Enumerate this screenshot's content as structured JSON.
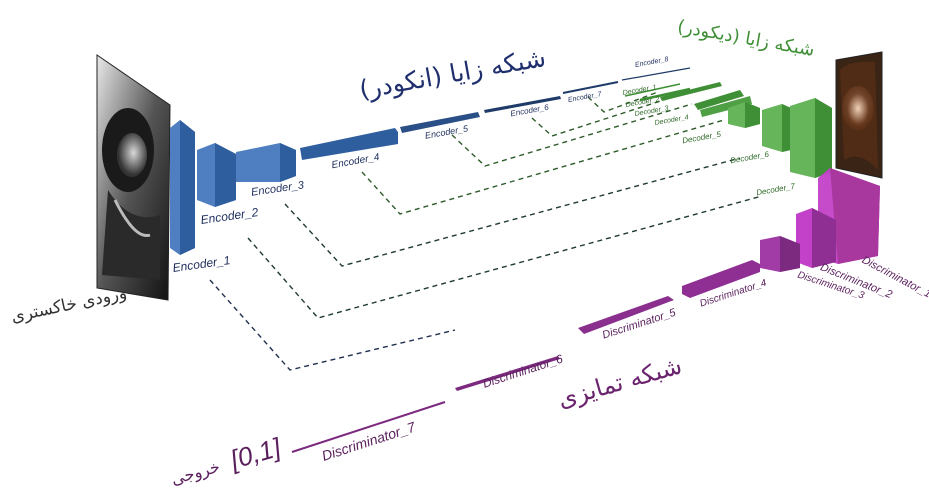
{
  "titles": {
    "generator_encoder": "شبکه زایا (انکودر)",
    "generator_decoder": "شبکه زایا (دیکودر)",
    "discriminator": "شبکه تمایزی",
    "input": "ورودی خاکستری",
    "output_range": "[0,1]",
    "output_word": "خروجی"
  },
  "encoder_labels": [
    "Encoder_1",
    "Encoder_2",
    "Encoder_3",
    "Encoder_4",
    "Encoder_5",
    "Encoder_6",
    "Encoder_7",
    "Encoder_8"
  ],
  "decoder_labels": [
    "Decoder_1",
    "Decoder_2",
    "Decoder_3",
    "Decoder_4",
    "Decoder_5",
    "Decoder_6",
    "Decoder_7"
  ],
  "discriminator_labels": [
    "Discriminator_1",
    "Discriminator_2",
    "Discriminator_3",
    "Discriminator_4",
    "Discriminator_5",
    "Discriminator_6",
    "Discriminator_7"
  ],
  "colors": {
    "encoder": "#2f5e9e",
    "encoder_light": "#4f7fc0",
    "decoder": "#3e8f35",
    "decoder_light": "#66b55a",
    "discriminator": "#7c2a7f",
    "discriminator_light": "#c241c8",
    "title_encoder": "#1f2f6e",
    "title_decoder": "#3f8f36",
    "title_discriminator": "#6a236d"
  }
}
